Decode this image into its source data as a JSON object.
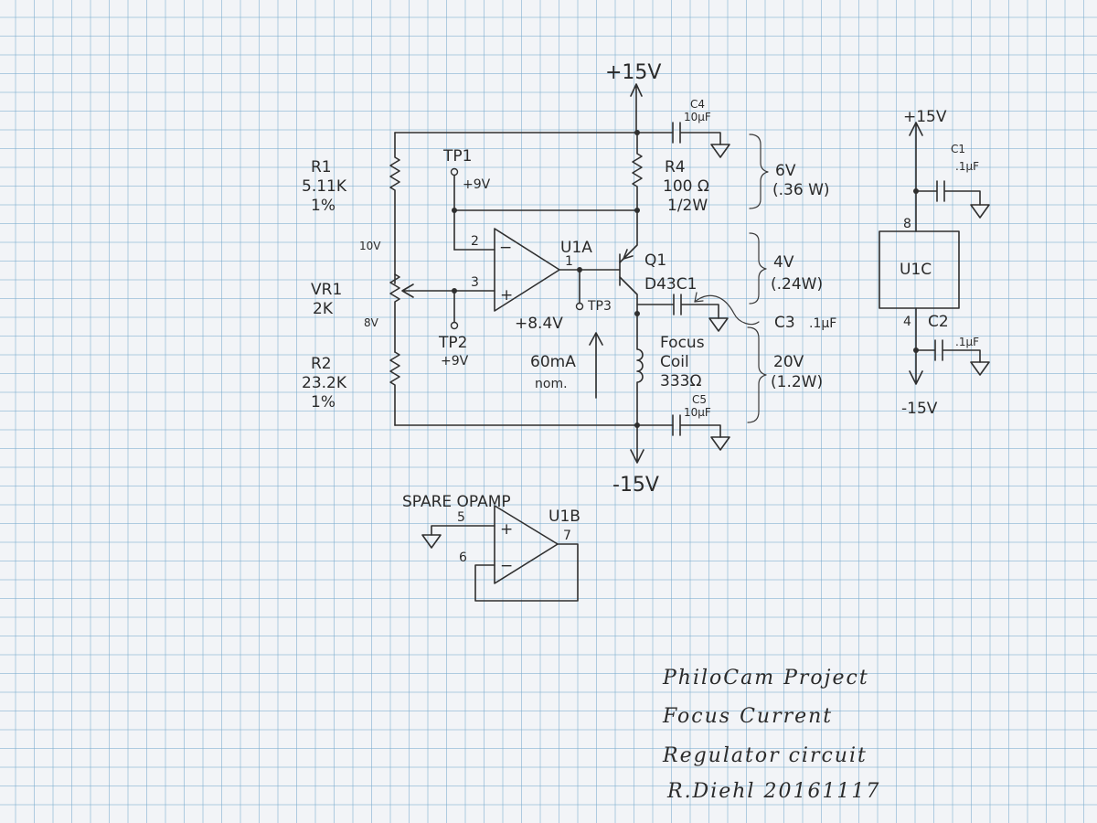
{
  "supply": {
    "pos": "+15V",
    "neg": "-15V"
  },
  "components": {
    "r1": {
      "ref": "R1",
      "value": "5.11K",
      "tol": "1%"
    },
    "vr1": {
      "ref": "VR1",
      "value": "2K"
    },
    "r2": {
      "ref": "R2",
      "value": "23.2K",
      "tol": "1%"
    },
    "r4": {
      "ref": "R4",
      "value": "100 Ω",
      "power": "1/2W"
    },
    "q1": {
      "ref": "Q1",
      "part": "D43C1"
    },
    "u1a": {
      "ref": "U1A"
    },
    "u1b": {
      "ref": "U1B"
    },
    "u1c": {
      "ref": "U1C"
    },
    "c1": {
      "ref": "C1",
      "value": ".1μF"
    },
    "c2": {
      "ref": "C2",
      "value": ".1μF"
    },
    "c3": {
      "ref": "C3",
      "value": ".1μF"
    },
    "c4": {
      "ref": "C4",
      "value": "10μF"
    },
    "c5": {
      "ref": "C5",
      "value": "10μF"
    },
    "coil": {
      "line1": "Focus",
      "line2": "Coil",
      "value": "333Ω"
    }
  },
  "test_points": {
    "tp1": {
      "ref": "TP1",
      "volt": "+9V"
    },
    "tp2": {
      "ref": "TP2",
      "volt": "+9V"
    },
    "tp3": {
      "ref": "TP3",
      "volt": "+8.4V"
    }
  },
  "node_voltages": {
    "top": "10V",
    "bottom": "8V"
  },
  "pins": {
    "u1a_in_neg": "2",
    "u1a_in_pos": "3",
    "u1a_out": "1",
    "u1b_in_pos": "5",
    "u1b_in_neg": "6",
    "u1b_out": "7",
    "u1c_vpos": "8",
    "u1c_vneg": "4"
  },
  "opamp_signs": {
    "minus": "−",
    "plus": "+"
  },
  "current": {
    "value": "60mA",
    "note": "nom."
  },
  "drops": {
    "r4": {
      "volt": "6V",
      "power": "(.36 W)"
    },
    "q1": {
      "volt": "4V",
      "power": "(.24W)"
    },
    "coil": {
      "volt": "20V",
      "power": "(1.2W)"
    }
  },
  "spare": {
    "label": "SPARE OPAMP"
  },
  "title_block": {
    "line1": "PhiloCam Project",
    "line2": "Focus Current",
    "line3": "Regulator circuit",
    "line4": "R.Diehl 20161117"
  }
}
